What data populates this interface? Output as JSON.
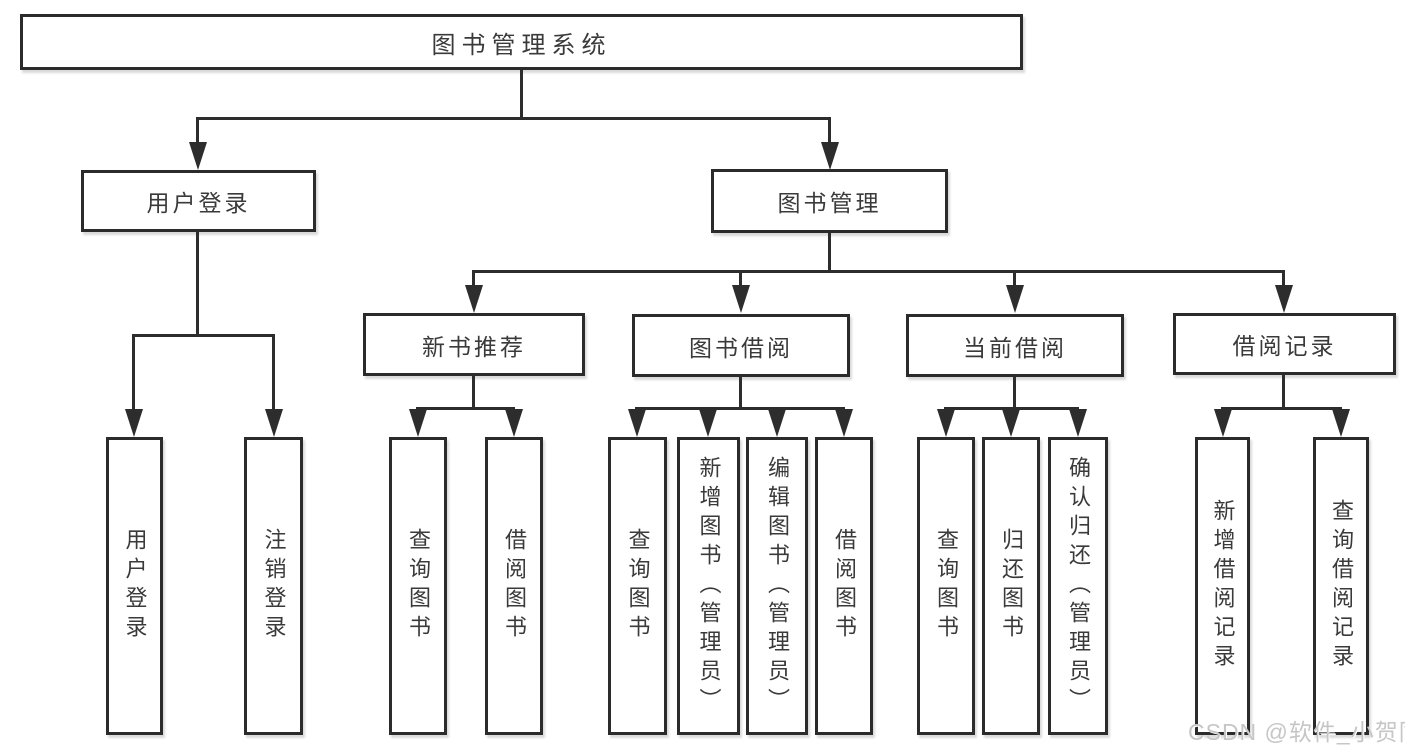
{
  "colors": {
    "line": "#2d2d2d",
    "box_border": "#2b2b2b",
    "text": "#3a3a3a",
    "box_background": "#ffffff",
    "watermark": "#c6c6c6"
  },
  "watermark": {
    "text": "CSDN @软件_小贺同学"
  },
  "tree": {
    "root": {
      "label": "图书管理系统",
      "children": [
        {
          "label": "用户登录",
          "children": [
            {
              "label": "用户登录"
            },
            {
              "label": "注销登录"
            }
          ]
        },
        {
          "label": "图书管理",
          "children": [
            {
              "label": "新书推荐",
              "children": [
                {
                  "label": "查询图书"
                },
                {
                  "label": "借阅图书"
                }
              ]
            },
            {
              "label": "图书借阅",
              "children": [
                {
                  "label": "查询图书"
                },
                {
                  "label": "新增图书（管理员）"
                },
                {
                  "label": "编辑图书（管理员）"
                },
                {
                  "label": "借阅图书"
                }
              ]
            },
            {
              "label": "当前借阅",
              "children": [
                {
                  "label": "查询图书"
                },
                {
                  "label": "归还图书"
                },
                {
                  "label": "确认归还（管理员）"
                }
              ]
            },
            {
              "label": "借阅记录",
              "children": [
                {
                  "label": "新增借阅记录"
                },
                {
                  "label": "查询借阅记录"
                }
              ]
            }
          ]
        }
      ]
    }
  }
}
